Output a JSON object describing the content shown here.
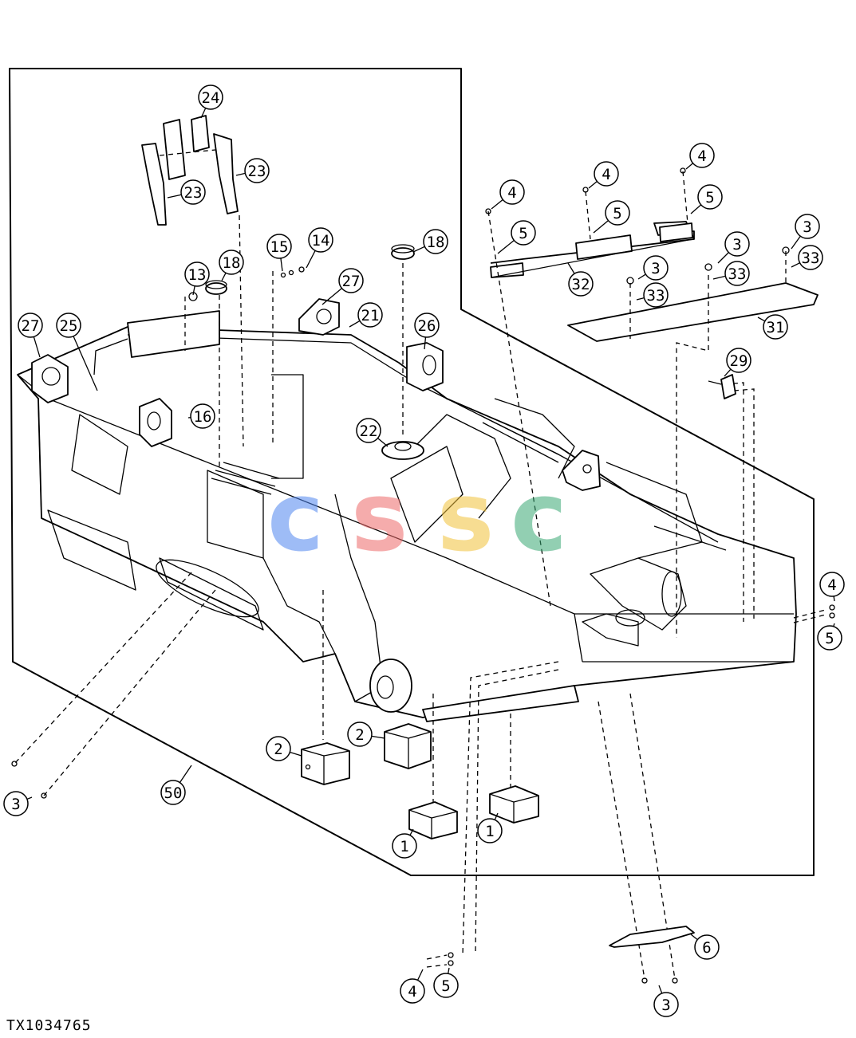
{
  "figure": {
    "reference_code": "TX1034765",
    "watermark": {
      "letters": [
        "c",
        "s",
        "s",
        "c"
      ],
      "colors": [
        "#4f86f0",
        "#ee6a6a",
        "#f2c23a",
        "#3aa874"
      ]
    }
  },
  "callouts": [
    "24",
    "23",
    "23",
    "4",
    "4",
    "4",
    "5",
    "5",
    "5",
    "32",
    "3",
    "3",
    "3",
    "33",
    "33",
    "33",
    "31",
    "15",
    "14",
    "27",
    "27",
    "18",
    "18",
    "13",
    "25",
    "21",
    "26",
    "29",
    "16",
    "22",
    "4",
    "5",
    "2",
    "2",
    "1",
    "1",
    "3",
    "50",
    "6",
    "4",
    "5",
    "3"
  ]
}
